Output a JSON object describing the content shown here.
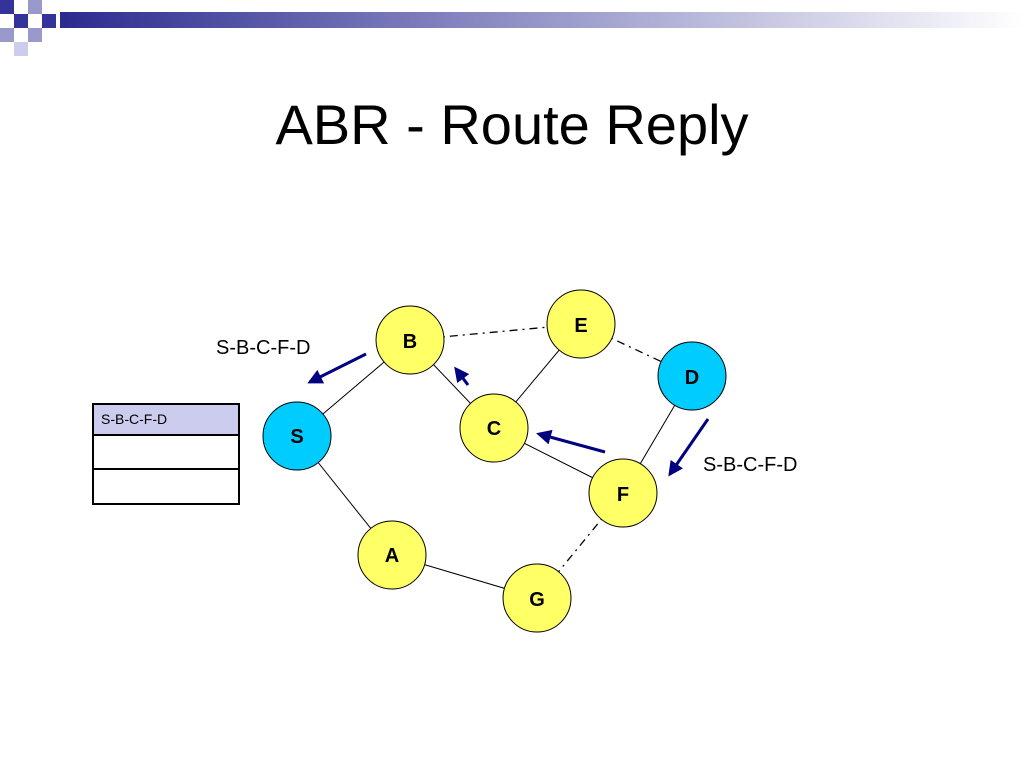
{
  "slide": {
    "title": "ABR - Route Reply"
  },
  "colors": {
    "regular_node": "#ffff66",
    "endpoint_node": "#00ccff",
    "arrow": "#000080",
    "table_header_fill": "#ccccee",
    "banner_dark": "#33339a",
    "banner_light": "#9999cc"
  },
  "nodes": {
    "S": "S",
    "B": "B",
    "E": "E",
    "D": "D",
    "C": "C",
    "F": "F",
    "A": "A",
    "G": "G"
  },
  "route_labels": {
    "near_b": "S-B-C-F-D",
    "near_d": "S-B-C-F-D"
  },
  "route_table": {
    "rows": [
      "S-B-C-F-D",
      "",
      ""
    ]
  }
}
